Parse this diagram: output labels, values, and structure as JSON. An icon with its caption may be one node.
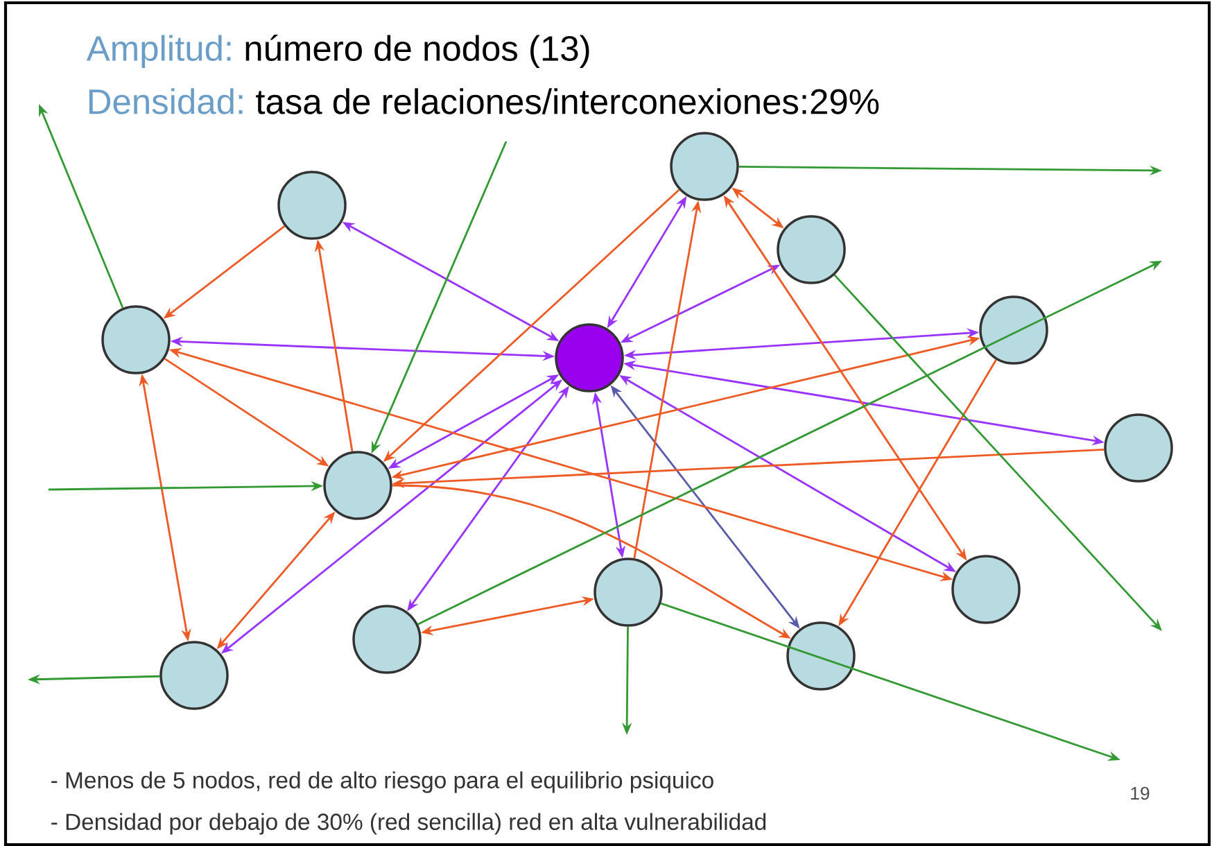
{
  "diagram": {
    "nodes": [
      {
        "text": [],
        "shape": "circle"
      },
      {
        "text": [],
        "shape": "circle"
      },
      {
        "text": [],
        "shape": "circle"
      },
      {
        "text": [],
        "shape": "circle"
      },
      {
        "text": [],
        "shape": "circle"
      },
      {
        "text": [],
        "shape": "circle"
      },
      {
        "text": [],
        "shape": "circle"
      },
      {
        "text": [],
        "shape": "circle"
      },
      {
        "text": [],
        "shape": "circle"
      },
      {
        "text": [],
        "shape": "circle"
      },
      {
        "text": [],
        "shape": "circle"
      },
      {
        "text": [],
        "shape": "circle"
      },
      {
        "text": [],
        "shape": "circle"
      }
    ],
    "edges": [
      {
        "from": 0,
        "to": 1,
        "arrow": "both",
        "color": "#9933ff"
      },
      {
        "from": 0,
        "to": 2,
        "arrow": "both",
        "color": "#9933ff"
      },
      {
        "from": 0,
        "to": 3,
        "arrow": "both",
        "color": "#9933ff"
      },
      {
        "from": 4,
        "to": 0,
        "arrow": "both",
        "color": "#9933ff"
      },
      {
        "from": 0,
        "to": 5,
        "arrow": "both",
        "color": "#9933ff"
      },
      {
        "from": 0,
        "to": 6,
        "arrow": "both",
        "color": "#9933ff"
      },
      {
        "from": 0,
        "to": 7,
        "arrow": "both",
        "color": "#9933ff"
      },
      {
        "from": 0,
        "to": 8,
        "arrow": "both",
        "color": "#9933ff"
      },
      {
        "from": 0,
        "to": 9,
        "arrow": "both",
        "color": "#9933ff"
      },
      {
        "from": 0,
        "to": 10,
        "arrow": "both",
        "color": "#9933ff"
      },
      {
        "from": 0,
        "to": 12,
        "arrow": "both",
        "color": "#9933ff"
      },
      {
        "from": 0,
        "to": 11,
        "arrow": "both",
        "color": "#5a5aaa"
      },
      {
        "from": 1,
        "to": 2,
        "arrow": "to"
      },
      {
        "from": 7,
        "to": 1,
        "arrow": "to"
      },
      {
        "from": 2,
        "to": 7,
        "arrow": "to"
      },
      {
        "from": 2,
        "to": 9,
        "arrow": "both"
      },
      {
        "from": 12,
        "to": 2,
        "arrow": "both"
      },
      {
        "from": 12,
        "to": 7,
        "arrow": "both"
      },
      {
        "from": 3,
        "to": 7,
        "arrow": "to"
      },
      {
        "from": 8,
        "to": 3,
        "arrow": "to"
      },
      {
        "from": 3,
        "to": 4,
        "arrow": "both"
      },
      {
        "from": 3,
        "to": 9,
        "arrow": "both"
      },
      {
        "from": 5,
        "to": 7,
        "arrow": "both"
      },
      {
        "from": 5,
        "to": 11,
        "arrow": "to"
      },
      {
        "from": 6,
        "to": 7,
        "arrow": "to"
      },
      {
        "from": 7,
        "to": 11,
        "arrow": "to"
      },
      {
        "from": 10,
        "to": 8,
        "arrow": "both"
      },
      {
        "from": 2,
        "to": null,
        "arrow": "to",
        "color": "#339933"
      },
      {
        "from": null,
        "to": 7,
        "arrow": "to",
        "color": "#339933"
      },
      {
        "from": null,
        "to": 7,
        "arrow": "to",
        "color": "#339933"
      },
      {
        "from": 12,
        "to": null,
        "arrow": "to",
        "color": "#339933"
      },
      {
        "from": 3,
        "to": null,
        "arrow": "to",
        "color": "#339933"
      },
      {
        "from": 4,
        "to": null,
        "arrow": "to",
        "color": "#339933"
      },
      {
        "from": 10,
        "to": null,
        "arrow": "to",
        "color": "#339933"
      },
      {
        "from": 8,
        "to": null,
        "arrow": "to",
        "color": "#339933"
      },
      {
        "from": 8,
        "to": null,
        "arrow": "to",
        "color": "#339933"
      }
    ],
    "labels": [
      "Amplitud:",
      "número de nodos (13)",
      "Densidad:",
      "tasa de relaciones/interconexiones:29%",
      "- Menos de 5 nodos, red de alto riesgo para el equilibrio psiquico",
      "- Densidad por debajo de 30%  (red sencilla) red en alta vulnerabilidad",
      "19"
    ]
  }
}
